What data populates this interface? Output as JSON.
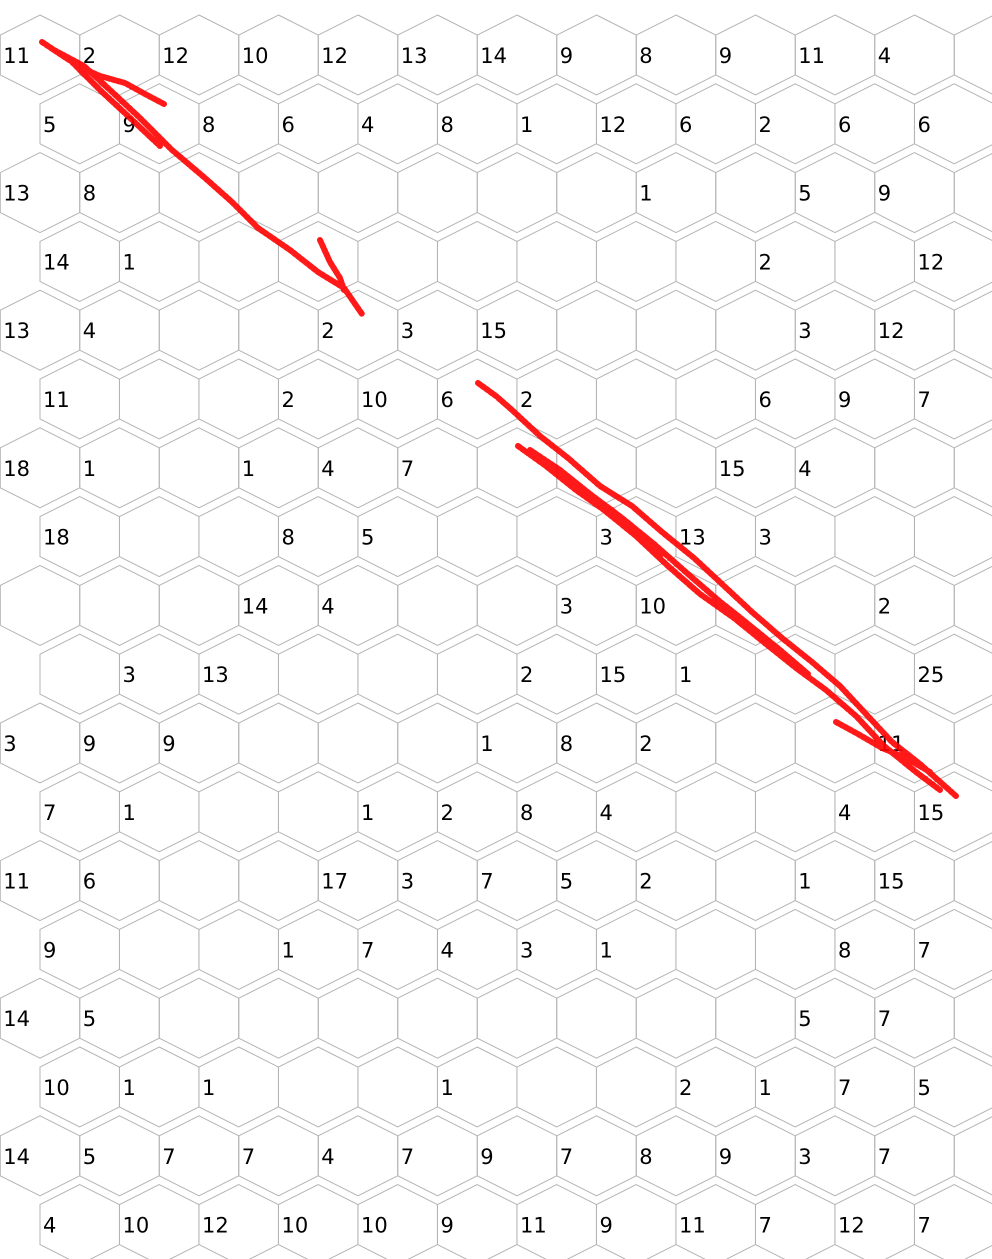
{
  "board": {
    "hex_stroke": "#b4b4b4",
    "background": "#ffffff",
    "rows": [
      [
        "11",
        "2",
        "12",
        "10",
        "12",
        "13",
        "14",
        "9",
        "8",
        "9",
        "11",
        "4",
        ""
      ],
      [
        "5",
        "9",
        "8",
        "6",
        "4",
        "8",
        "1",
        "12",
        "6",
        "2",
        "6",
        "6"
      ],
      [
        "13",
        "8",
        "",
        "",
        "",
        "",
        "",
        "",
        "1",
        "",
        "5",
        "9",
        ""
      ],
      [
        "14",
        "1",
        "",
        "",
        "",
        "",
        "",
        "",
        "",
        "2",
        "",
        "12"
      ],
      [
        "13",
        "4",
        "",
        "",
        "2",
        "3",
        "15",
        "",
        "",
        "",
        "3",
        "12",
        ""
      ],
      [
        "11",
        "",
        "",
        "2",
        "10",
        "6",
        "2",
        "",
        "",
        "6",
        "9",
        "7"
      ],
      [
        "18",
        "1",
        "",
        "1",
        "4",
        "7",
        "",
        "",
        "",
        "15",
        "4",
        "",
        ""
      ],
      [
        "18",
        "",
        "",
        "8",
        "5",
        "",
        "",
        "3",
        "13",
        "3",
        "",
        ""
      ],
      [
        "",
        "",
        "",
        "14",
        "4",
        "",
        "",
        "3",
        "10",
        "",
        "",
        "2",
        ""
      ],
      [
        "",
        "3",
        "13",
        "",
        "",
        "",
        "2",
        "15",
        "1",
        "",
        "",
        "25"
      ],
      [
        "3",
        "9",
        "9",
        "",
        "",
        "",
        "1",
        "8",
        "2",
        "",
        "",
        "11",
        ""
      ],
      [
        "7",
        "1",
        "",
        "",
        "1",
        "2",
        "8",
        "4",
        "",
        "",
        "4",
        "15"
      ],
      [
        "11",
        "6",
        "",
        "",
        "17",
        "3",
        "7",
        "5",
        "2",
        "",
        "1",
        "15",
        ""
      ],
      [
        "9",
        "",
        "",
        "1",
        "7",
        "4",
        "3",
        "1",
        "",
        "",
        "8",
        "7"
      ],
      [
        "14",
        "5",
        "",
        "",
        "",
        "",
        "",
        "",
        "",
        "",
        "5",
        "7",
        ""
      ],
      [
        "10",
        "1",
        "1",
        "",
        "",
        "1",
        "",
        "",
        "2",
        "1",
        "7",
        "5"
      ],
      [
        "14",
        "5",
        "7",
        "7",
        "4",
        "7",
        "9",
        "7",
        "8",
        "9",
        "3",
        "7",
        ""
      ],
      [
        "4",
        "10",
        "12",
        "10",
        "10",
        "9",
        "11",
        "9",
        "11",
        "7",
        "12",
        "7"
      ]
    ]
  },
  "overlay": {
    "stroke_color": "#ff0000",
    "strokes": [
      {
        "name": "upper-left-stroke"
      },
      {
        "name": "lower-right-stroke"
      }
    ]
  }
}
